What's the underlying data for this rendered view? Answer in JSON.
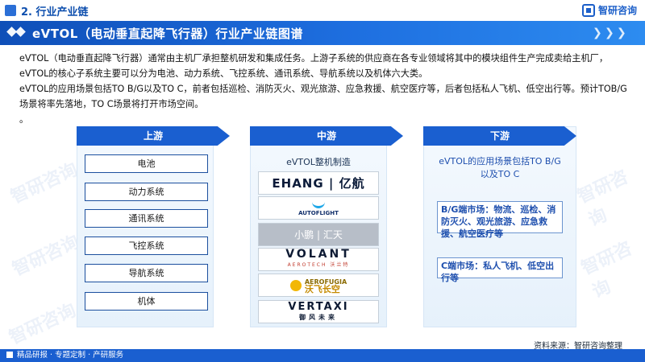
{
  "header": {
    "section_title": "2. 行业产业链",
    "brand": "智研咨询"
  },
  "banner": {
    "title": "eVTOL（电动垂直起降飞行器）行业产业链图谱"
  },
  "intro": {
    "p1": "eVTOL（电动垂直起降飞行器）通常由主机厂承担整机研发和集成任务。上游子系统的供应商在各专业领域将其中的模块组件生产完成卖给主机厂，eVTOL的核心子系统主要可以分为电池、动力系统、飞控系统、通讯系统、导航系统以及机体六大类。",
    "p2": "eVTOL的应用场景包括TO B/G以及TO C，前者包括巡检、消防灭火、观光旅游、应急救援、航空医疗等，后者包括私人飞机、低空出行等。预计TOB/G场景将率先落地，TO C场景将打开市场空间。",
    "p3": "。"
  },
  "upstream": {
    "title": "上游",
    "items": [
      "电池",
      "动力系统",
      "通讯系统",
      "飞控系统",
      "导航系统",
      "机体"
    ]
  },
  "midstream": {
    "title": "中游",
    "label": "eVTOL整机制造",
    "logos": [
      {
        "name": "ehang",
        "text": "EHANG | 亿航"
      },
      {
        "name": "autoflight",
        "text": "AUTOFLIGHT"
      },
      {
        "name": "xpeng",
        "text": "小鹏 | 汇天"
      },
      {
        "name": "volant",
        "text": "VOLANT",
        "sub": "AEROTECH 沃兰特"
      },
      {
        "name": "aerofugia",
        "text": "AEROFUGIA",
        "sub": "沃飞长空"
      },
      {
        "name": "vertaxi",
        "text": "VERTAXI",
        "sub": "御风未来"
      }
    ]
  },
  "downstream": {
    "title": "下游",
    "desc": "eVTOL的应用场景包括TO B/G以及TO C",
    "bg_market": "B/G端市场：物流、巡检、消防灭火、观光旅游、应急救援、航空医疗等",
    "c_market": "C端市场：私人飞机、低空出行等"
  },
  "footer": {
    "source": "资料来源：智研咨询整理",
    "tagline": "精品研报 · 专题定制 · 产研服务"
  },
  "watermark": "智研咨询",
  "colors": {
    "primary": "#1a5fd0",
    "banner_start": "#0f4fb8",
    "banner_end": "#2d8cf0",
    "box_border": "#1b4f9e",
    "downstream_text": "#1e4fae"
  }
}
